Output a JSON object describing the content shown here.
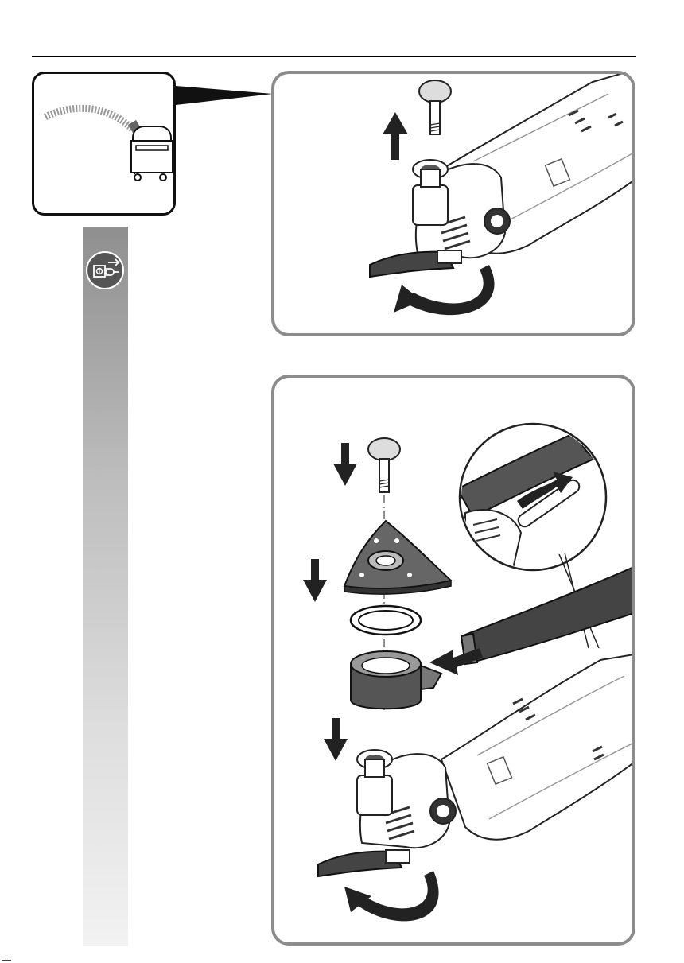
{
  "figure": {
    "panels": [
      {
        "id": "vacuum-callout",
        "content": "dust-extractor-icon"
      },
      {
        "id": "step-remove",
        "content": [
          "clamping-screw",
          "up-arrow-icon",
          "multitool-head",
          "blade",
          "rotate-arrow-icon"
        ]
      },
      {
        "id": "step-install",
        "content": [
          "clamping-screw",
          "down-arrow-icon",
          "sanding-pad",
          "spacer-ring",
          "extraction-adapter",
          "vacuum-hose-nozzle",
          "hose-detail-magnifier",
          "multitool-head",
          "blade",
          "rotate-arrow-icon"
        ]
      }
    ],
    "icons": [
      "unplug-icon",
      "dust-extractor-icon",
      "up-arrow-icon",
      "down-arrow-icon",
      "left-arrow-icon",
      "rotate-arrow-icon"
    ],
    "colors": {
      "panel_border": "#8c8c8c",
      "callout_border": "#111111",
      "strip_dark": "#8f8f8f",
      "strip_light": "#f2f2f2",
      "badge": "#555555",
      "arrow": "#222222"
    }
  }
}
